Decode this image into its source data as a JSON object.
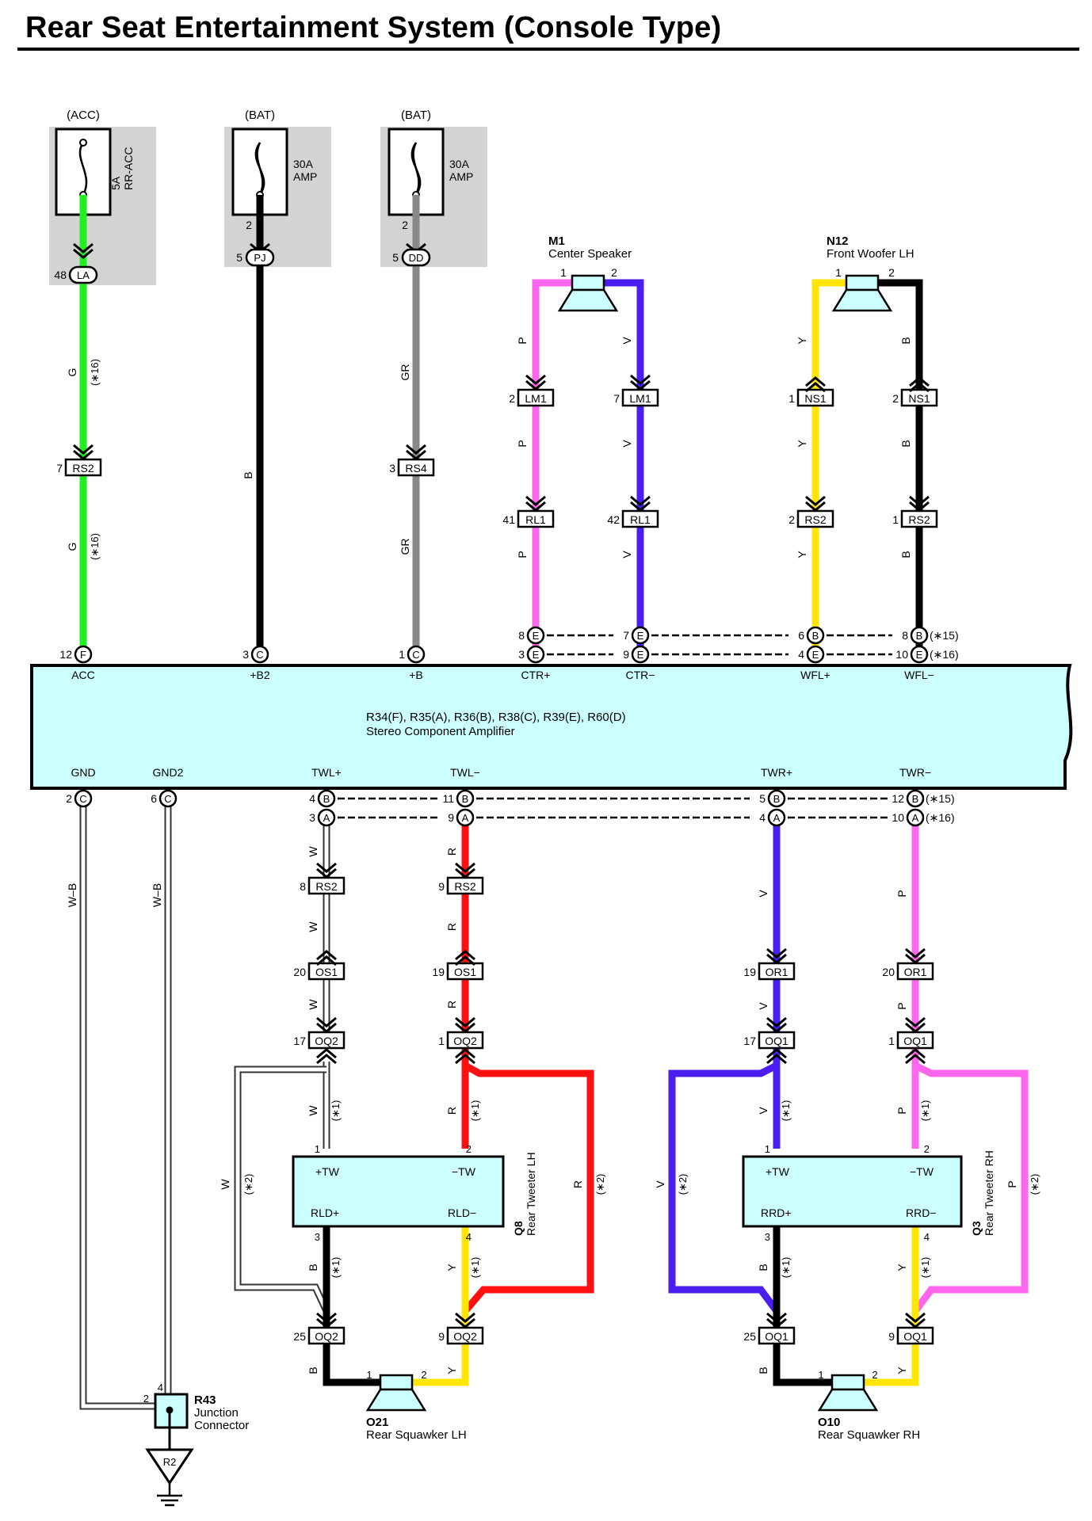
{
  "title": "Rear Seat Entertainment System (Console Type)",
  "power_sources": [
    {
      "label": "(ACC)",
      "fuse_line1": "5A",
      "fuse_line2": "RR-ACC",
      "out_pin": "",
      "conn": "LA",
      "conn_pin": "48"
    },
    {
      "label": "(BAT)",
      "fuse_line1": "30A",
      "fuse_line2": "AMP",
      "out_pin": "2",
      "conn": "PJ",
      "conn_pin": "5"
    },
    {
      "label": "(BAT)",
      "fuse_line1": "30A",
      "fuse_line2": "AMP",
      "out_pin": "2",
      "conn": "DD",
      "conn_pin": "5"
    }
  ],
  "amplifier": {
    "name": "R34(F), R35(A), R36(B), R38(C), R39(E), R60(D)",
    "description": "Stereo Component Amplifier",
    "top_terminals": [
      {
        "label": "ACC",
        "pin": "12",
        "conn": "F"
      },
      {
        "label": "+B2",
        "pin": "3",
        "conn": "C"
      },
      {
        "label": "+B",
        "pin": "1",
        "conn": "C"
      },
      {
        "label": "CTR+",
        "pin15": "8",
        "conn15": "E",
        "pin16": "3",
        "conn16": "E"
      },
      {
        "label": "CTR−",
        "pin15": "7",
        "conn15": "E",
        "pin16": "9",
        "conn16": "E"
      },
      {
        "label": "WFL+",
        "pin15": "6",
        "conn15": "B",
        "pin16": "4",
        "conn16": "E"
      },
      {
        "label": "WFL−",
        "pin15": "8",
        "conn15": "B",
        "pin16": "10",
        "conn16": "E"
      }
    ],
    "bottom_terminals": [
      {
        "label": "GND",
        "pin": "2",
        "conn": "C"
      },
      {
        "label": "GND2",
        "pin": "6",
        "conn": "C"
      },
      {
        "label": "TWL+",
        "pin15": "4",
        "conn15": "B",
        "pin16": "3",
        "conn16": "A"
      },
      {
        "label": "TWL−",
        "pin15": "11",
        "conn15": "B",
        "pin16": "9",
        "conn16": "A"
      },
      {
        "label": "TWR+",
        "pin15": "5",
        "conn15": "B",
        "pin16": "4",
        "conn16": "A"
      },
      {
        "label": "TWR−",
        "pin15": "12",
        "conn15": "B",
        "pin16": "10",
        "conn16": "A"
      }
    ],
    "note15": "(∗15)",
    "note16": "(∗16)"
  },
  "wire_codes": {
    "G": "G",
    "B": "B",
    "GR": "GR",
    "P": "P",
    "V": "V",
    "Y": "Y",
    "W": "W",
    "R": "R",
    "WB": "W–B"
  },
  "notes": {
    "n1": "(∗1)",
    "n2": "(∗2)",
    "n16": "(∗16)"
  },
  "inline_connectors": [
    {
      "id": "RS2",
      "pin": "7"
    },
    {
      "id": "RS4",
      "pin": "3"
    },
    {
      "id": "LM1",
      "pin": "2"
    },
    {
      "id": "LM1",
      "pin": "7"
    },
    {
      "id": "RL1",
      "pin": "41"
    },
    {
      "id": "RL1",
      "pin": "42"
    },
    {
      "id": "NS1",
      "pin": "1"
    },
    {
      "id": "NS1",
      "pin": "2"
    },
    {
      "id": "RS2",
      "pin": "2"
    },
    {
      "id": "RS2",
      "pin": "1"
    },
    {
      "id": "RS2",
      "pin": "8"
    },
    {
      "id": "RS2",
      "pin": "9"
    },
    {
      "id": "OS1",
      "pin": "20"
    },
    {
      "id": "OS1",
      "pin": "19"
    },
    {
      "id": "OR1",
      "pin": "19"
    },
    {
      "id": "OR1",
      "pin": "20"
    },
    {
      "id": "OQ2",
      "pin": "17"
    },
    {
      "id": "OQ2",
      "pin": "1"
    },
    {
      "id": "OQ1",
      "pin": "17"
    },
    {
      "id": "OQ1",
      "pin": "1"
    },
    {
      "id": "OQ2",
      "pin": "25"
    },
    {
      "id": "OQ2",
      "pin": "9"
    },
    {
      "id": "OQ1",
      "pin": "25"
    },
    {
      "id": "OQ1",
      "pin": "9"
    }
  ],
  "speakers": {
    "m1": {
      "id": "M1",
      "name": "Center Speaker",
      "pin_a": "1",
      "pin_b": "2"
    },
    "n12": {
      "id": "N12",
      "name": "Front Woofer LH",
      "pin_a": "1",
      "pin_b": "2"
    },
    "o21": {
      "id": "O21",
      "name": "Rear Squawker LH",
      "pin_a": "1",
      "pin_b": "2"
    },
    "o10": {
      "id": "O10",
      "name": "Rear Squawker RH",
      "pin_a": "1",
      "pin_b": "2"
    }
  },
  "tweeters": {
    "q8": {
      "id": "Q8",
      "name": "Rear Tweeter LH",
      "tl": "+TW",
      "tr": "−TW",
      "bl": "RLD+",
      "br": "RLD−",
      "p1": "1",
      "p2": "2",
      "p3": "3",
      "p4": "4"
    },
    "q3": {
      "id": "Q3",
      "name": "Rear Tweeter RH",
      "tl": "+TW",
      "tr": "−TW",
      "bl": "RRD+",
      "br": "RRD−",
      "p1": "1",
      "p2": "2",
      "p3": "3",
      "p4": "4"
    }
  },
  "junction": {
    "id": "R43",
    "line1": "Junction",
    "line2": "Connector",
    "pin_top": "4",
    "pin_left": "2"
  },
  "ground": {
    "id": "R2"
  },
  "colors": {
    "green": "#22ee22",
    "black": "#000000",
    "gray": "#888888",
    "pink": "#ff66ee",
    "violet": "#4a1ef0",
    "yellow": "#ffe600",
    "red": "#ff1010",
    "white": "#ffffff",
    "amp_fill": "#ccffff",
    "fuse_bg": "#d3d3d3"
  }
}
